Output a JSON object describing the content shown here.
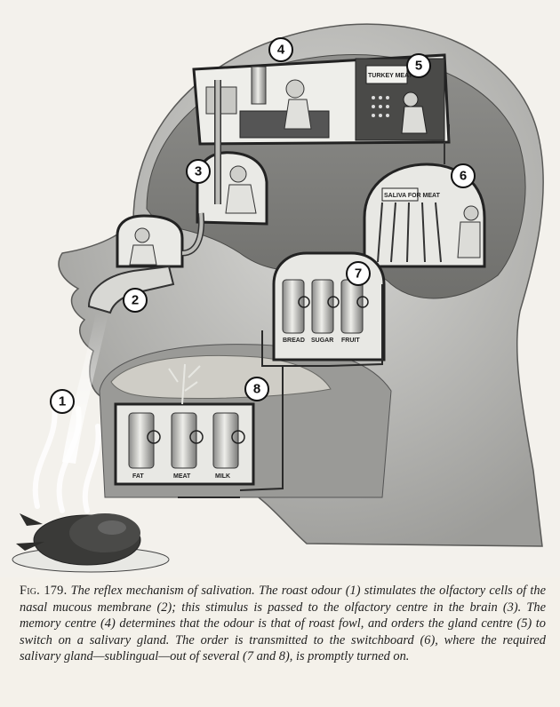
{
  "figure": {
    "markers": [
      "1",
      "2",
      "3",
      "4",
      "5",
      "6",
      "7",
      "8"
    ],
    "board_label": "TURKEY MEAT",
    "switchboard_label": "SALIVA FOR MEAT",
    "gland_labels_top": [
      "BREAD",
      "SUGAR",
      "FRUIT"
    ],
    "gland_labels_bottom": [
      "FAT",
      "MEAT",
      "MILK"
    ]
  },
  "caption": {
    "fig_label": "Fig. 179.",
    "text": "The reflex mechanism of salivation. The roast odour (1) stimulates the olfactory cells of the nasal mucous membrane (2); this stimulus is passed to the olfactory centre in the brain (3). The memory centre (4) determines that the odour is that of roast fowl, and orders the gland centre (5) to switch on a salivary gland. The order is transmitted to the switchboard (6), where the required salivary gland—sublingual—out of several (7 and 8), is promptly turned on."
  }
}
